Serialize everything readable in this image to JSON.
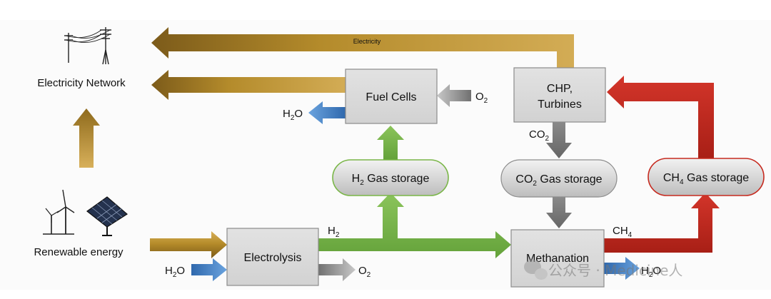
{
  "diagram": {
    "nodes": {
      "electricity_network": "Electricity Network",
      "renewable_energy": "Renewable energy",
      "electrolysis": "Electrolysis",
      "fuel_cells": "Fuel Cells",
      "chp_line1": "CHP,",
      "chp_line2": "Turbines",
      "methanation": "Methanation",
      "h2_storage": {
        "sym": "H",
        "sub": "2",
        "rest": " Gas storage"
      },
      "co2_storage": {
        "sym": "CO",
        "sub": "2",
        "rest": " Gas storage"
      },
      "ch4_storage": {
        "sym": "CH",
        "sub": "4",
        "rest": " Gas storage"
      }
    },
    "flows": {
      "electricity": "Electricity",
      "h2": {
        "sym": "H",
        "sub": "2"
      },
      "co2": {
        "sym": "CO",
        "sub": "2"
      },
      "ch4": {
        "sym": "CH",
        "sub": "4"
      },
      "h2o_in": {
        "sym": "H",
        "sub": "2",
        "rest": "O"
      },
      "h2o_fuel": {
        "sym": "H",
        "sub": "2",
        "rest": "O"
      },
      "h2o_meth": {
        "sym": "H",
        "sub": "2",
        "rest": "O"
      },
      "o2_in": {
        "sym": "O",
        "sub": "2"
      },
      "o2_out": {
        "sym": "O",
        "sub": "2"
      }
    },
    "colors": {
      "electricity": "#b8902a",
      "hydrogen": "#7ab648",
      "carbon_dioxide": "#7f7f7f",
      "methane": "#c62a1f",
      "water": "#4a86c5",
      "oxygen": "#a6a6a6",
      "box_fill": "#dadada",
      "box_border": "#8c8c8c"
    }
  },
  "watermark": "公众号 · Medicine人"
}
